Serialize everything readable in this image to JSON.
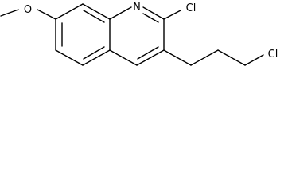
{
  "molecule": {
    "bond_color": "#000000",
    "background": "#ffffff",
    "atoms": {
      "methoxy_oxygen": "O",
      "ring_nitrogen": "N",
      "ring_chlorine": "Cl",
      "chain_chlorine": "Cl"
    }
  }
}
